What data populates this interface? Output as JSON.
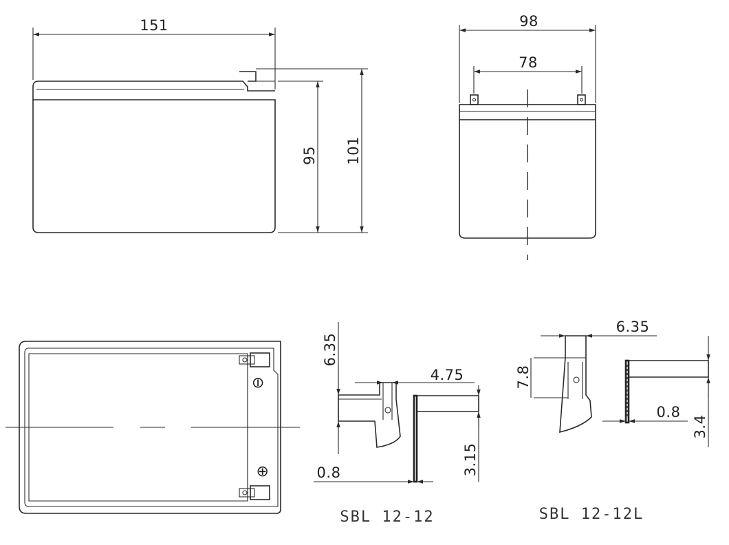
{
  "dimensions": {
    "length": "151",
    "height_total": "101",
    "height_case": "95",
    "width": "98",
    "terminal_spacing": "78"
  },
  "terminal_sbl_12_12": {
    "tab_width": "6.35",
    "hole_offset": "4.75",
    "thickness": "0.8",
    "height": "3.15",
    "caption": "SBL 12-12"
  },
  "terminal_sbl_12_12l": {
    "tab_width": "6.35",
    "tab_height": "7.8",
    "thickness": "0.8",
    "height": "3.4",
    "caption": "SBL 12-12L"
  },
  "top_view": {
    "negative_symbol": "⊖",
    "positive_symbol": "⊕"
  }
}
